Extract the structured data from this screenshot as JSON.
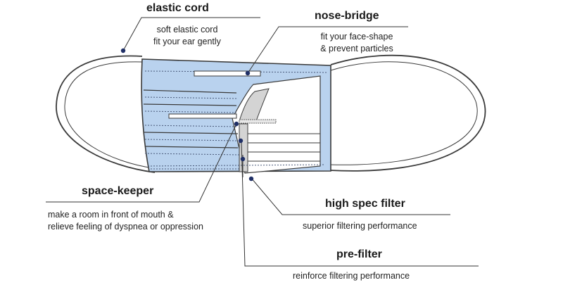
{
  "callouts": {
    "elastic_cord": {
      "title": "elastic cord",
      "desc_line1": "soft elastic cord",
      "desc_line2": "fit your ear gently"
    },
    "nose_bridge": {
      "title": "nose-bridge",
      "desc_line1": "fit your face-shape",
      "desc_line2": "& prevent particles"
    },
    "space_keeper": {
      "title": "space-keeper",
      "desc_line1": "make a room in front of mouth &",
      "desc_line2": "relieve feeling of dyspnea or oppression"
    },
    "high_spec_filter": {
      "title": "high spec filter",
      "desc": "superior filtering performance"
    },
    "pre_filter": {
      "title": "pre-filter",
      "desc": "reinforce filtering performance"
    }
  },
  "colors": {
    "mask_outer": "#b9d2ee",
    "mask_inner_white": "#ffffff",
    "filter_gray": "#d4d4d4",
    "outline": "#3a3a3a",
    "leader_line": "#333333",
    "anchor_dot": "#1f2f66"
  }
}
